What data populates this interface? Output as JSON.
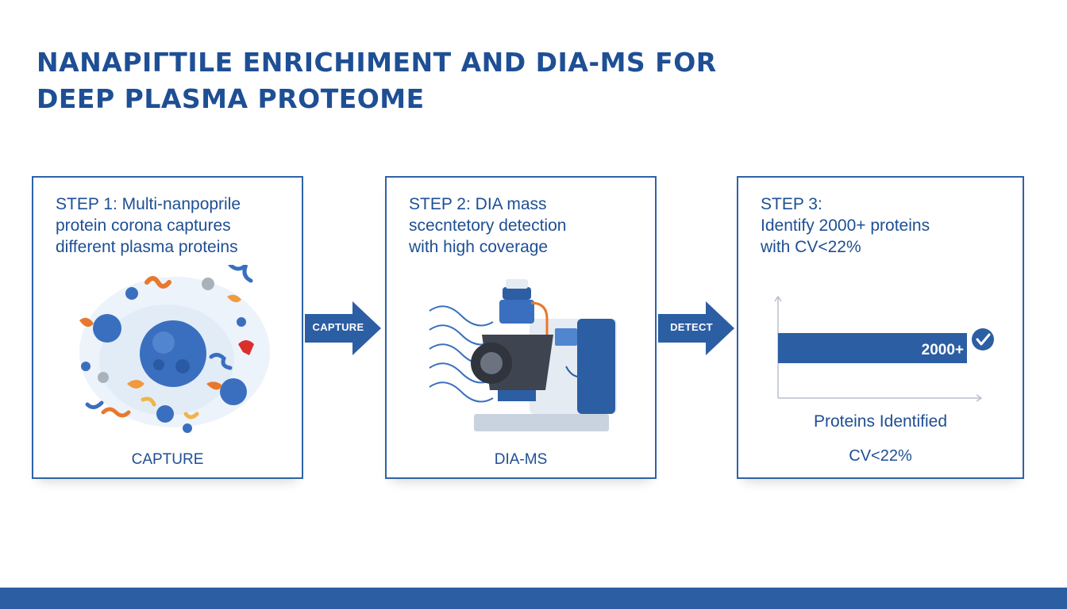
{
  "title": {
    "line1": "NANAPIΓTILE ENRICHIMENT AND DIA-MS FOR",
    "line2": "DEEP PLASMA PROTEOME"
  },
  "steps": [
    {
      "lines": [
        "STEP 1: Multi-nanpoprile",
        "protein corona captures",
        "different plasma proteins"
      ],
      "caption": "CAPTURE"
    },
    {
      "lines": [
        "STEP 2: DIA mass",
        "scecntetory detection",
        "with high coverage"
      ],
      "caption": "DIA-MS"
    },
    {
      "lines": [
        "STEP 3:",
        "Identify 2000+ proteins",
        "with CV<22%"
      ],
      "caption": ""
    }
  ],
  "arrows": [
    {
      "label": "CAPTURE"
    },
    {
      "label": "DETECT"
    }
  ],
  "chart_data": {
    "type": "bar",
    "orientation": "horizontal",
    "values": [
      2000
    ],
    "data_labels": [
      "2000+"
    ],
    "xlabel": "Proteins Identified",
    "note": "CV<22%",
    "check_icon": "check-circle-icon"
  },
  "colors": {
    "brand_blue": "#2c5ea3",
    "title_blue": "#1e4f94",
    "accent_orange": "#e8782e"
  }
}
